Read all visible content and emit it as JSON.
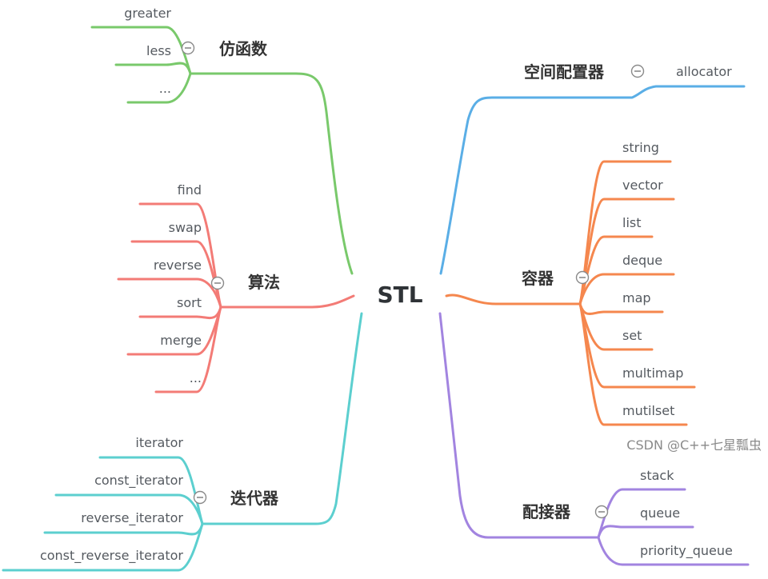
{
  "root": {
    "label": "STL"
  },
  "branches": [
    {
      "id": "functor",
      "label": "仿函数",
      "color": "#79c96b",
      "side": "left",
      "children": [
        "greater",
        "less",
        "..."
      ]
    },
    {
      "id": "algorithm",
      "label": "算法",
      "color": "#f37b76",
      "side": "left",
      "children": [
        "find",
        "swap",
        "reverse",
        "sort",
        "merge",
        "..."
      ]
    },
    {
      "id": "iterator",
      "label": "迭代器",
      "color": "#5ccfcf",
      "side": "left",
      "children": [
        "iterator",
        "const_iterator",
        "reverse_iterator",
        "const_reverse_iterator"
      ]
    },
    {
      "id": "allocator",
      "label": "空间配置器",
      "color": "#5aaee6",
      "side": "right",
      "children": [
        "allocator"
      ]
    },
    {
      "id": "container",
      "label": "容器",
      "color": "#f5874e",
      "side": "right",
      "children": [
        "string",
        "vector",
        "list",
        "deque",
        "map",
        "set",
        "multimap",
        "mutilset"
      ]
    },
    {
      "id": "adapter",
      "label": "配接器",
      "color": "#a284e0",
      "side": "right",
      "children": [
        "stack",
        "queue",
        "priority_queue"
      ]
    }
  ],
  "icons": {
    "collapse": "minus-circle-icon"
  },
  "watermark": "CSDN @C++七星瓢虫"
}
